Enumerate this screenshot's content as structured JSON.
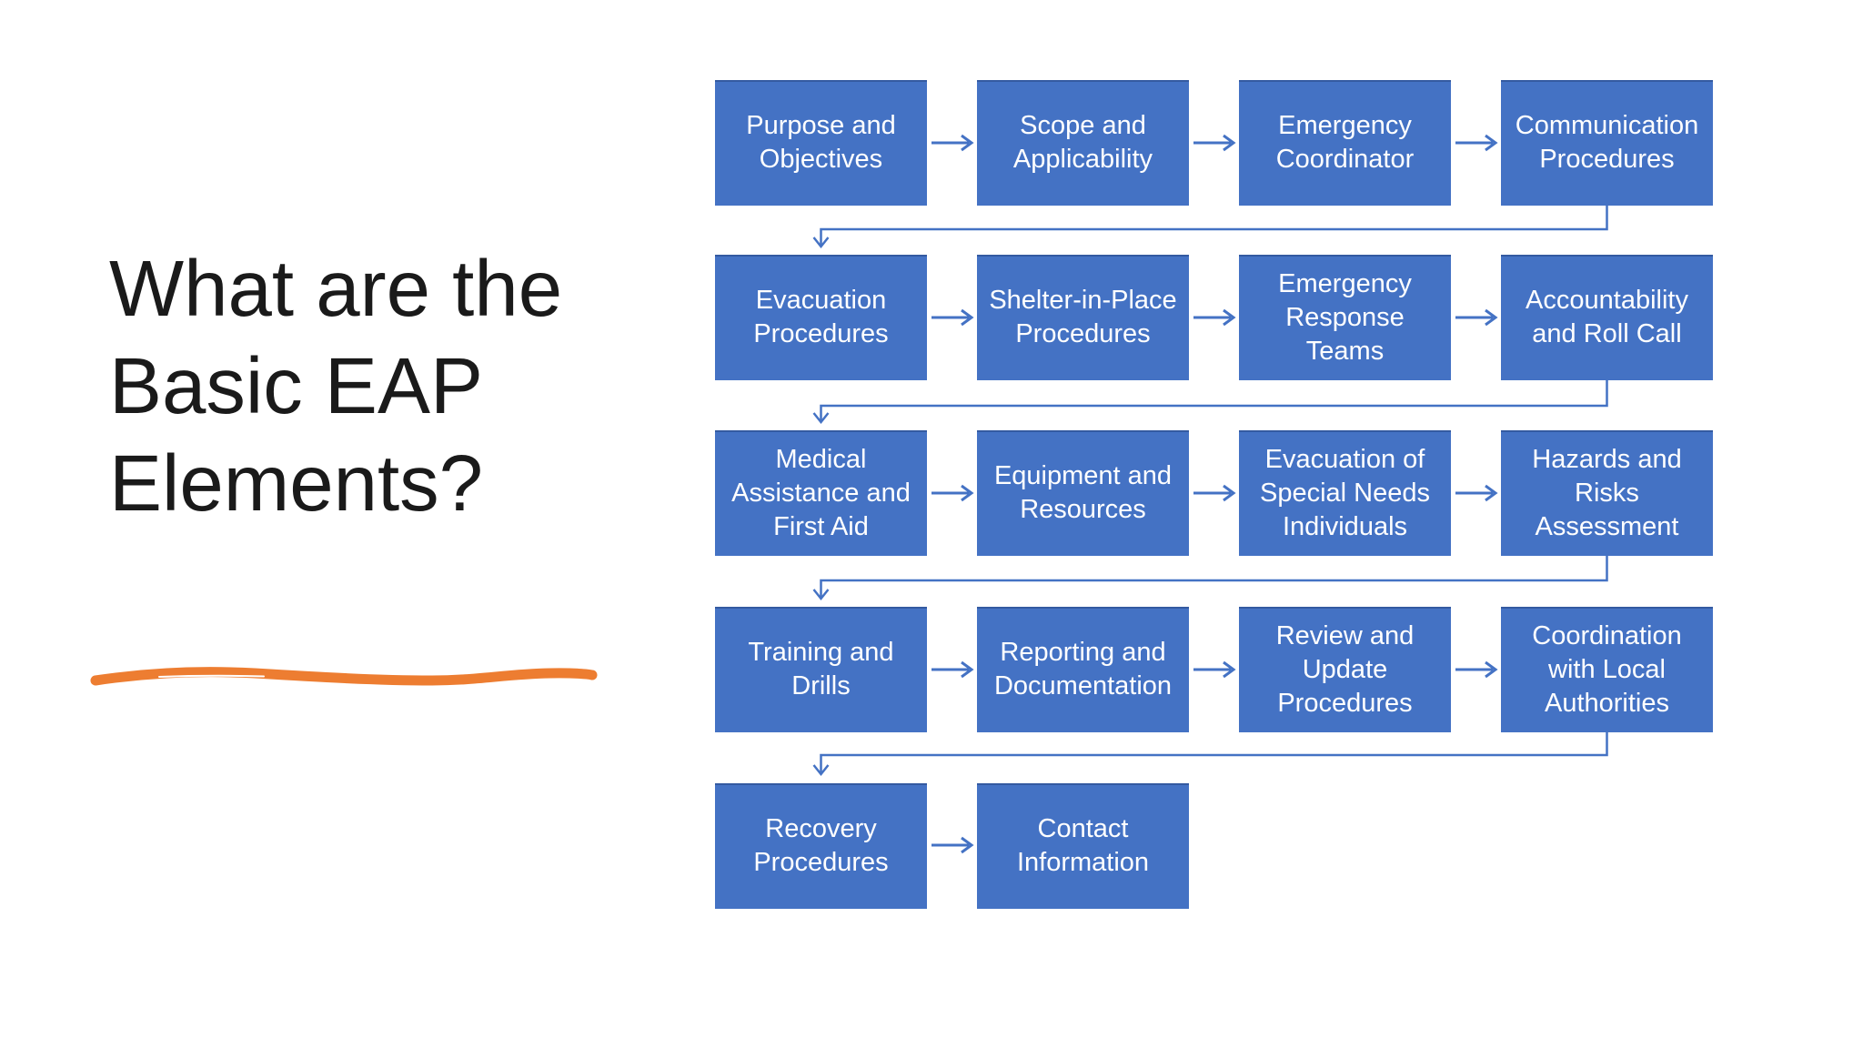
{
  "theme": {
    "background": "#FFFFFF",
    "title_color": "#1A1A1A",
    "box_fill": "#4472C4",
    "box_edge": "rgba(30,55,110,0.40)",
    "text_color": "#FFFFFF",
    "arrow_color": "#4472C4",
    "underline_color": "#ED7D31"
  },
  "title": {
    "lines": [
      "What are the",
      "Basic EAP",
      "Elements?"
    ]
  },
  "flow": {
    "rows": [
      [
        [
          "Purpose and",
          "Objectives"
        ],
        [
          "Scope and",
          "Applicability"
        ],
        [
          "Emergency",
          "Coordinator"
        ],
        [
          "Communication",
          "Procedures"
        ]
      ],
      [
        [
          "Evacuation",
          "Procedures"
        ],
        [
          "Shelter-in-Place",
          "Procedures"
        ],
        [
          "Emergency",
          "Response",
          "Teams"
        ],
        [
          "Accountability",
          "and Roll Call"
        ]
      ],
      [
        [
          "Medical",
          "Assistance and",
          "First Aid"
        ],
        [
          "Equipment and",
          "Resources"
        ],
        [
          "Evacuation of",
          "Special Needs",
          "Individuals"
        ],
        [
          "Hazards and",
          "Risks",
          "Assessment"
        ]
      ],
      [
        [
          "Training and",
          "Drills"
        ],
        [
          "Reporting and",
          "Documentation"
        ],
        [
          "Review and",
          "Update",
          "Procedures"
        ],
        [
          "Coordination",
          "with Local",
          "Authorities"
        ]
      ],
      [
        [
          "Recovery",
          "Procedures"
        ],
        [
          "Contact",
          "Information"
        ]
      ]
    ]
  }
}
